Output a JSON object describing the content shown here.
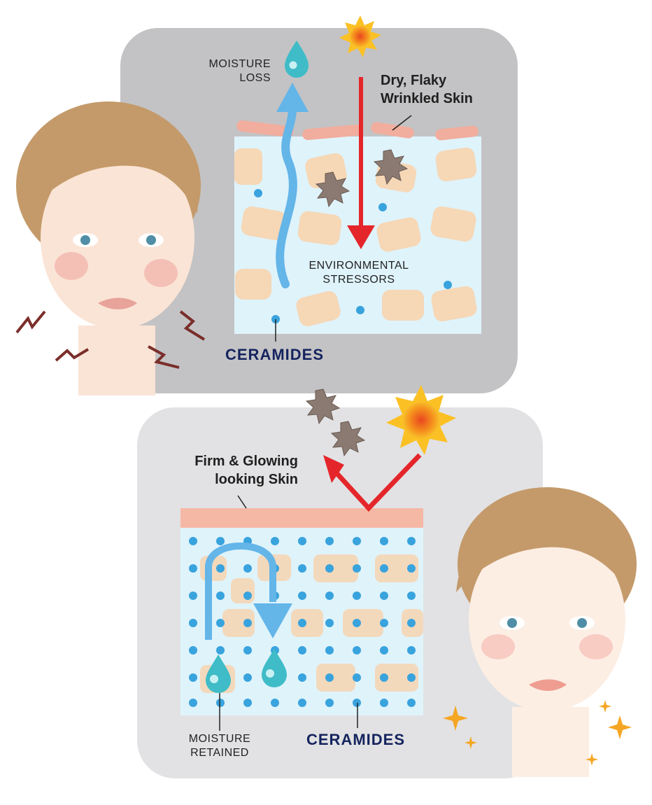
{
  "top_panel": {
    "moisture_loss_label": [
      "MOISTURE",
      "LOSS"
    ],
    "dry_skin_label": [
      "Dry, Flaky",
      "Wrinkled Skin"
    ],
    "stressors_label": [
      "ENVIRONMENTAL",
      "STRESSORS"
    ],
    "ceramides_label": "CERAMIDES"
  },
  "bottom_panel": {
    "firm_skin_label": [
      "Firm & Glowing",
      "looking Skin"
    ],
    "moisture_retained_label": [
      "MOISTURE",
      "RETAINED"
    ],
    "ceramides_label": "CERAMIDES"
  },
  "colors": {
    "top_panel_bg": "#c3c3c5",
    "bottom_panel_bg": "#e2e2e4",
    "skin_layer_bg": "#dff3fb",
    "surface_flake": "#f1ad9d",
    "cell": "#f6d7b6",
    "ceramide_dot": "#39a3dd",
    "arrow_blue": "#64b5e8",
    "arrow_red": "#e4262b",
    "ceramides_text": "#15245e"
  },
  "icons": {
    "sun": "sun-icon",
    "stressor": "stressor-burst-icon",
    "drop": "water-drop-icon",
    "sparkle": "sparkle-icon",
    "face_dry": "woman-face-dry-skin",
    "face_glowing": "woman-face-glowing-skin"
  }
}
